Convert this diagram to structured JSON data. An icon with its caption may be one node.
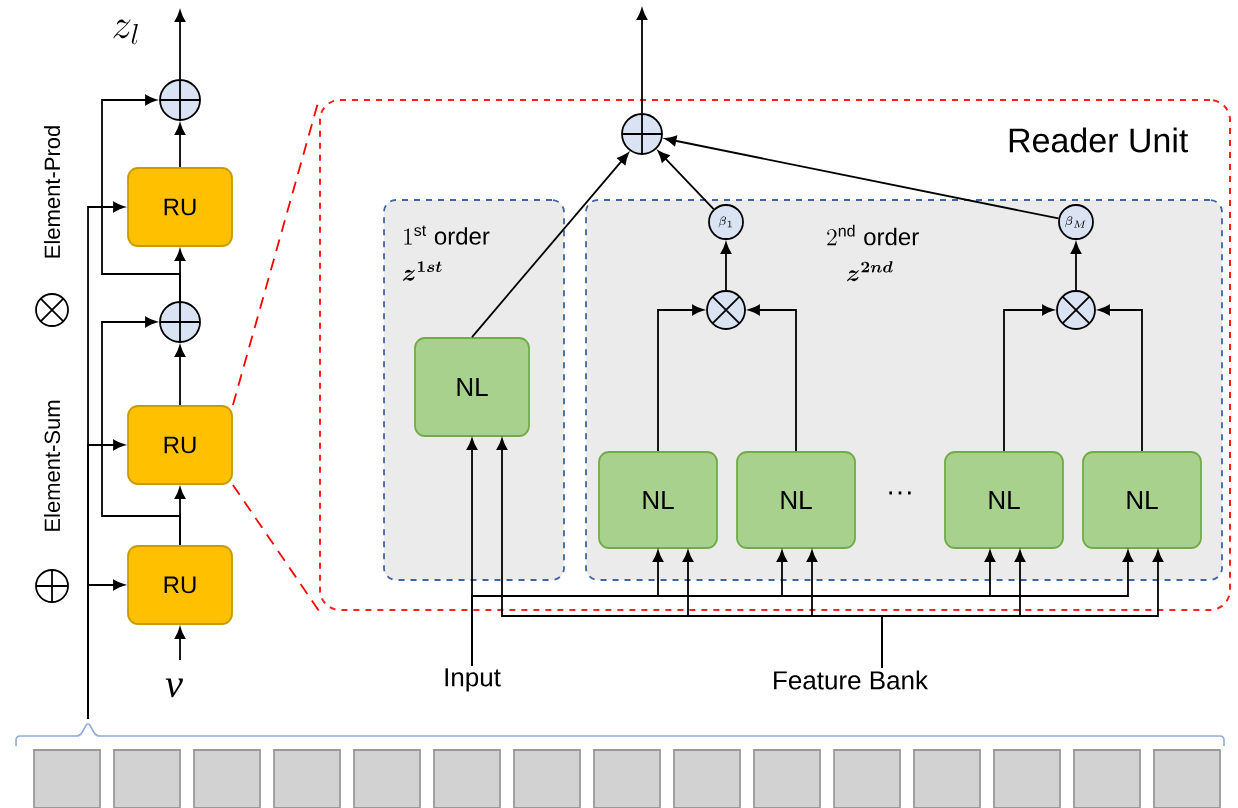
{
  "diagram": {
    "nodes": [
      {
        "text": [],
        "shape": "circle"
      },
      {
        "text": [
          "RU"
        ]
      },
      {
        "text": [],
        "shape": "circle"
      },
      {
        "text": [
          "RU"
        ]
      },
      {
        "text": [
          "RU"
        ]
      },
      {
        "text": [
          "Reader Unit"
        ]
      },
      {
        "text": [
          "1^{\\text{st}}\\ \\text{order}",
          "\\boldsymbol{z^{1st}}"
        ],
        "in": 5
      },
      {
        "text": [
          "2^{\\text{nd}}\\ \\text{order}",
          "\\boldsymbol{z^{2nd}}"
        ],
        "in": 5
      },
      {
        "text": [],
        "shape": "circle",
        "in": 5
      },
      {
        "text": [
          "\\beta_{1}"
        ],
        "in": 7
      },
      {
        "text": [
          "\\beta_{M}"
        ],
        "in": 7
      },
      {
        "text": [],
        "shape": "circle",
        "in": 7
      },
      {
        "text": [],
        "shape": "circle",
        "in": 7
      },
      {
        "text": [
          "NL"
        ],
        "in": 6
      },
      {
        "text": [
          "NL"
        ],
        "in": 7
      },
      {
        "text": [
          "NL"
        ],
        "in": 7
      },
      {
        "text": [
          "NL"
        ],
        "in": 7
      },
      {
        "text": [
          "NL"
        ],
        "in": 7
      },
      {
        "text": [
          "Input"
        ]
      },
      {
        "text": [
          "Feature Bank"
        ]
      },
      {
        "text": [],
        "shape": "box"
      }
    ],
    "edges": [
      {
        "from": null,
        "to": 4,
        "arrow": "to"
      },
      {
        "from": 4,
        "to": 3,
        "arrow": "to"
      },
      {
        "from": 3,
        "to": 2,
        "arrow": "to"
      },
      {
        "from": 2,
        "to": 1,
        "arrow": "to"
      },
      {
        "from": 1,
        "to": 0,
        "arrow": "to"
      },
      {
        "from": 0,
        "to": null,
        "arrow": "to"
      },
      {
        "from": 4,
        "to": 2,
        "arrow": "to"
      },
      {
        "from": 2,
        "to": 0,
        "arrow": "to"
      },
      {
        "from": 20,
        "to": 1,
        "arrow": "to"
      },
      {
        "from": 20,
        "to": 3,
        "arrow": "to"
      },
      {
        "from": 20,
        "to": 4,
        "arrow": "to"
      },
      {
        "from": 3,
        "to": 5,
        "arrow": "none",
        "style": "dashed",
        "color": "#ff0000"
      },
      {
        "from": 3,
        "to": 5,
        "arrow": "none",
        "style": "dashed",
        "color": "#ff0000"
      },
      {
        "from": 13,
        "to": 8,
        "arrow": "to"
      },
      {
        "from": 9,
        "to": 8,
        "arrow": "to"
      },
      {
        "from": 10,
        "to": 8,
        "arrow": "to"
      },
      {
        "from": 11,
        "to": 9,
        "arrow": "to"
      },
      {
        "from": 12,
        "to": 10,
        "arrow": "to"
      },
      {
        "from": 14,
        "to": 11,
        "arrow": "to"
      },
      {
        "from": 15,
        "to": 11,
        "arrow": "to"
      },
      {
        "from": 16,
        "to": 12,
        "arrow": "to"
      },
      {
        "from": 17,
        "to": 12,
        "arrow": "to"
      },
      {
        "from": 18,
        "to": 13,
        "arrow": "to"
      },
      {
        "from": 18,
        "to": 14,
        "arrow": "to"
      },
      {
        "from": 18,
        "to": 15,
        "arrow": "to"
      },
      {
        "from": 18,
        "to": 16,
        "arrow": "to"
      },
      {
        "from": 18,
        "to": 17,
        "arrow": "to"
      },
      {
        "from": 19,
        "to": 13,
        "arrow": "to"
      },
      {
        "from": 19,
        "to": 14,
        "arrow": "to"
      },
      {
        "from": 19,
        "to": 15,
        "arrow": "to"
      },
      {
        "from": 19,
        "to": 16,
        "arrow": "to"
      },
      {
        "from": 19,
        "to": 17,
        "arrow": "to"
      },
      {
        "from": 8,
        "to": null,
        "arrow": "to"
      }
    ],
    "labels": [
      "z_{l}",
      "v",
      "···"
    ],
    "legend": [
      {
        "text": "Element-Prod"
      },
      {
        "text": "Element-Sum"
      }
    ]
  }
}
